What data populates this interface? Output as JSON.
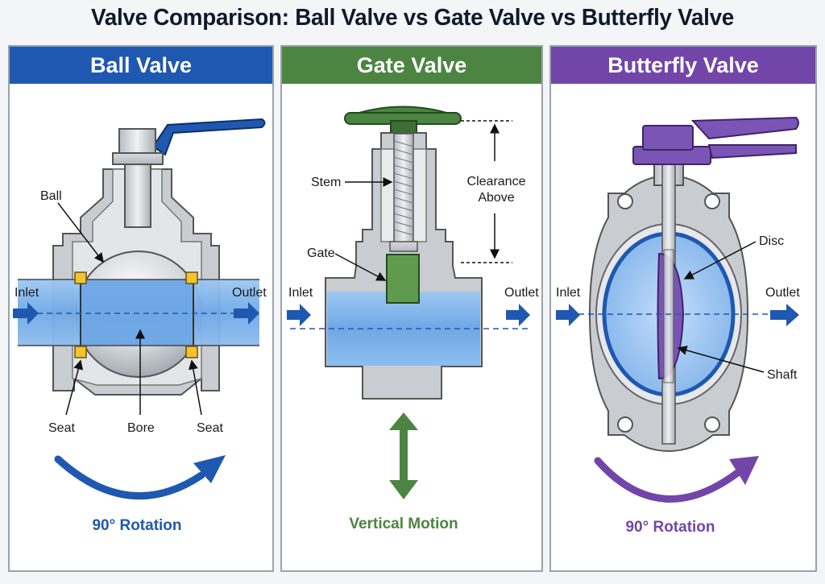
{
  "title": "Valve Comparison: Ball Valve vs Gate Valve vs Butterfly Valve",
  "panels": {
    "ball": {
      "header": "Ball Valve",
      "labels": {
        "ball": "Ball",
        "inlet": "Inlet",
        "outlet": "Outlet",
        "seat_left": "Seat",
        "bore": "Bore",
        "seat_right": "Seat"
      },
      "caption": "90° Rotation",
      "color": "#1f58b0"
    },
    "gate": {
      "header": "Gate Valve",
      "labels": {
        "stem": "Stem",
        "gate": "Gate",
        "clearance_line1": "Clearance",
        "clearance_line2": "Above",
        "inlet": "Inlet",
        "outlet": "Outlet"
      },
      "caption": "Vertical Motion",
      "color": "#4c8441"
    },
    "butterfly": {
      "header": "Butterfly Valve",
      "labels": {
        "disc": "Disc",
        "inlet": "Inlet",
        "outlet": "Outlet",
        "shaft": "Shaft"
      },
      "caption": "90° Rotation",
      "color": "#7246a8"
    }
  },
  "icons": [
    "flow-arrow-icon",
    "rotation-arrow-icon",
    "vertical-motion-arrow-icon"
  ]
}
